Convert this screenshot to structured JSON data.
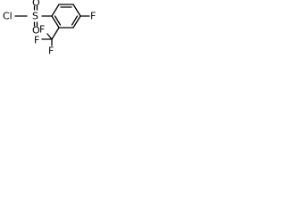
{
  "molecule": {
    "atoms": {
      "chlorine": "Cl",
      "sulfur": "S",
      "oxygen_top": "O",
      "oxygen_bottom": "O",
      "fluorine_ring": "F",
      "fluorine_cf3_left": "F",
      "fluorine_cf3_top": "F",
      "fluorine_cf3_bottom": "F"
    }
  },
  "colors": {
    "bond": "#000000",
    "label": "#000000",
    "background": "#ffffff"
  }
}
